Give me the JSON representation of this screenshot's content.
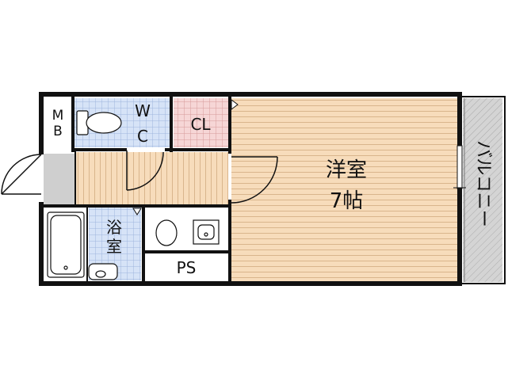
{
  "rooms": {
    "mb": {
      "label_line1": "M",
      "label_line2": "B"
    },
    "wc": {
      "label_line1": "W",
      "label_line2": "C"
    },
    "closet": {
      "label": "CL"
    },
    "western_room": {
      "label": "洋室",
      "size": "7帖"
    },
    "bath": {
      "label_line1": "浴",
      "label_line2": "室"
    },
    "pipe_space": {
      "label": "PS"
    },
    "balcony": {
      "label": "バルコニー"
    }
  },
  "colors": {
    "wall": "#111111",
    "floor_wood": "#f7dcbb",
    "wood_lines": "#d9b58c",
    "wc_tile": "#d6e3f7",
    "tile_lines": "#9fb4dc",
    "closet_tile": "#f6d6d6",
    "closet_lines": "#d79a9a",
    "balcony": "#d4d4d4",
    "entrance": "#cfcfcf"
  }
}
